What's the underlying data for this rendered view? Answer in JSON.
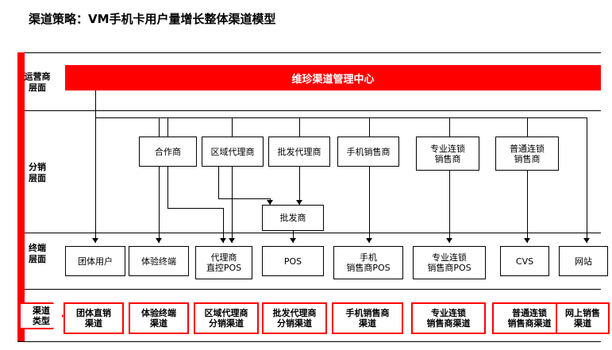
{
  "title": "渠道策略：VM手机卡用户量增长整体渠道模型",
  "row_labels": [
    {
      "text": "运营商\n层面",
      "line1": "运营商",
      "line2": "层面"
    },
    {
      "text": "分销\n层面",
      "line1": "分销",
      "line2": "层面"
    },
    {
      "text": "终端\n层面",
      "line1": "终端",
      "line2": "层面"
    },
    {
      "text": "渠道\n类型",
      "line1": "渠道",
      "line2": "类型"
    }
  ],
  "operator_bar": {
    "label": "维珍渠道管理中心",
    "color": "#ff0000",
    "text_color": "#ffffff"
  },
  "distribution_boxes": [
    {
      "line1": "合作商",
      "line2": ""
    },
    {
      "line1": "区域代理商",
      "line2": ""
    },
    {
      "line1": "批发代理商",
      "line2": ""
    },
    {
      "line1": "手机销售商",
      "line2": ""
    },
    {
      "line1": "专业连锁",
      "line2": "销售商"
    },
    {
      "line1": "普通连锁",
      "line2": "销售商"
    }
  ],
  "wholesaler_box": {
    "line1": "批发商"
  },
  "terminal_boxes": [
    {
      "line1": "团体用户",
      "line2": ""
    },
    {
      "line1": "体验终端",
      "line2": ""
    },
    {
      "line1": "代理商",
      "line2": "直控POS"
    },
    {
      "line1": "POS",
      "line2": ""
    },
    {
      "line1": "手机",
      "line2": "销售商POS"
    },
    {
      "line1": "专业连锁",
      "line2": "销售商POS"
    },
    {
      "line1": "CVS",
      "line2": ""
    },
    {
      "line1": "网站",
      "line2": ""
    }
  ],
  "channel_type_boxes": [
    {
      "line1": "团体直销",
      "line2": "渠道"
    },
    {
      "line1": "体验终端",
      "line2": "渠道"
    },
    {
      "line1": "区域代理商",
      "line2": "分销渠道"
    },
    {
      "line1": "批发代理商",
      "line2": "分销渠道"
    },
    {
      "line1": "手机销售商",
      "line2": "渠道"
    },
    {
      "line1": "专业连锁",
      "line2": "销售商渠道"
    },
    {
      "line1": "普通连锁",
      "line2": "销售商渠道"
    },
    {
      "line1": "网上销售",
      "line2": "渠道"
    }
  ],
  "colors": {
    "accent_red": "#ff0000",
    "line_black": "#000000",
    "background": "#ffffff"
  }
}
